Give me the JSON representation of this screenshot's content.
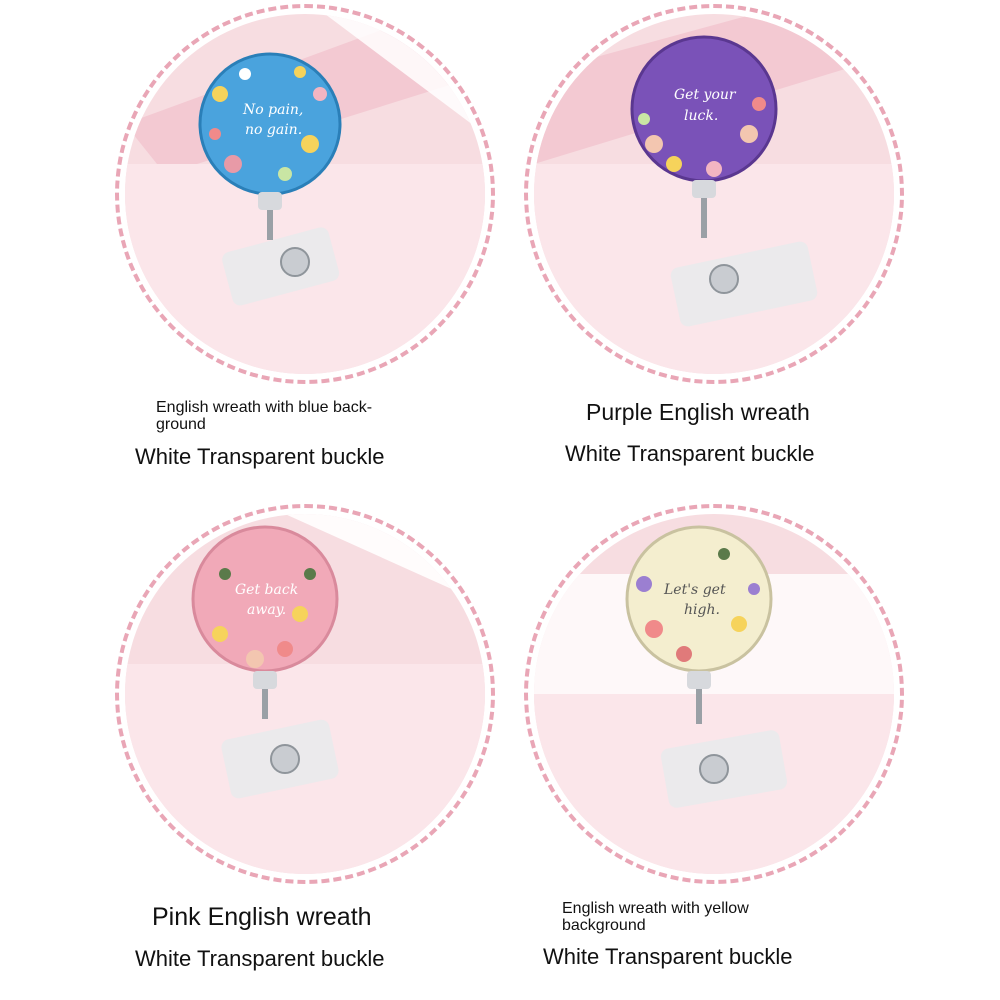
{
  "colors": {
    "ring": "#e9a6b6",
    "photo_bg": "#f7dde1",
    "photo_panel": "#ffffff",
    "photo_stripe": "#f3c9d2",
    "metal": "#c9ccd1",
    "strap": "#e8eaec"
  },
  "products": [
    {
      "caption_line1": "English wreath with blue back-\nground",
      "caption_line2": "White Transparent buckle",
      "badge_script": [
        "No pain,",
        "no gain."
      ],
      "badge_color": "#4aa3dd"
    },
    {
      "caption_line1": "Purple English wreath",
      "caption_line2": "White Transparent buckle",
      "badge_script": [
        "Get your",
        "luck."
      ],
      "badge_color": "#7a52b8"
    },
    {
      "caption_line1": "Pink English wreath",
      "caption_line2": "White Transparent buckle",
      "badge_script": [
        "Get back",
        "away."
      ],
      "badge_color": "#f1a9b8"
    },
    {
      "caption_line1": "English wreath with yellow\nbackground",
      "caption_line2": "White Transparent buckle",
      "badge_script": [
        "Let's get",
        "high."
      ],
      "badge_color": "#f4eecf"
    }
  ]
}
